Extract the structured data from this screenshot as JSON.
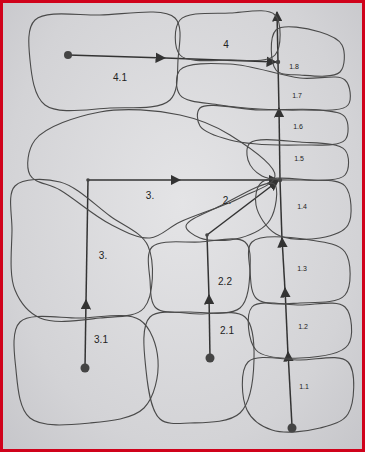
{
  "diagram": {
    "nodes": [
      {
        "text": [
          "4"
        ]
      },
      {
        "text": [
          "4.1"
        ]
      },
      {
        "text": [
          "1.8"
        ]
      },
      {
        "text": [
          "1.7"
        ]
      },
      {
        "text": [
          "1.6"
        ]
      },
      {
        "text": [
          "1.5"
        ]
      },
      {
        "text": [
          "3."
        ]
      },
      {
        "text": [
          "2."
        ]
      },
      {
        "text": [
          "1.4"
        ]
      },
      {
        "text": [
          "3."
        ]
      },
      {
        "text": [
          "1.3"
        ]
      },
      {
        "text": [
          "2.2"
        ]
      },
      {
        "text": [
          "1.2"
        ]
      },
      {
        "text": [
          "2.1"
        ]
      },
      {
        "text": [
          "3.1"
        ]
      },
      {
        "text": [
          "1.1"
        ]
      }
    ]
  }
}
